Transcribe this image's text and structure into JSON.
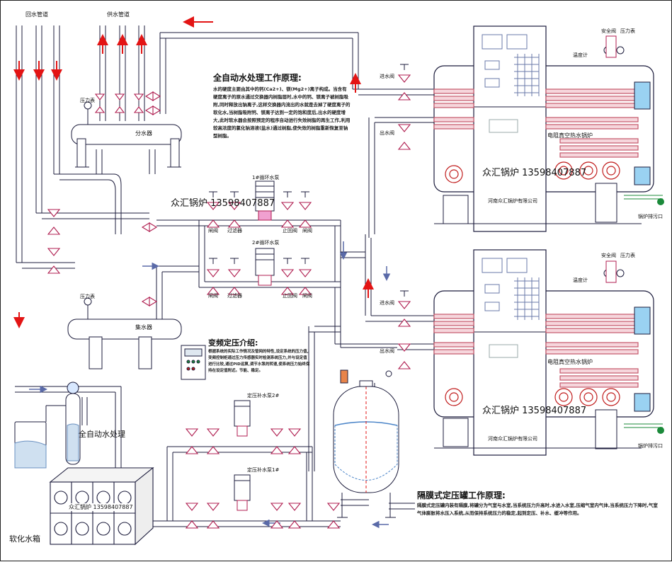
{
  "labels": {
    "return_pipe": "回水管道",
    "supply_pipe": "供水管道",
    "gauge": "压力表",
    "water_collector": "分水器",
    "water_distributor": "集水器",
    "boiler_brand_phone_1": "众汇锅炉 13598407887",
    "pump_1_title": "1#循环水泵",
    "pump_2_title": "2#循环水泵",
    "gate_valve": "闸阀",
    "filter": "过滤器",
    "check_valve": "止回阀",
    "expansion_title": "变频定压介绍:",
    "auto_treatment": "全自动水处理",
    "soft_tank": "软化水箱",
    "make_up_pump_2": "定压补水泵2#",
    "make_up_pump_1": "定压补水泵1#",
    "boiler_phone_2": "众汇锅炉 13598407887",
    "boiler_phone_3": "众汇锅炉 13598407887",
    "boiler_name": "电阻真空热水锅炉",
    "company": "河南众汇锅炉有限公司",
    "water_inlet": "进水阀",
    "water_outlet": "出水阀",
    "discharge": "锅炉排污口",
    "pressure_tank_title": "隔膜式定压罐工作原理:",
    "relief_valve": "安全阀",
    "temp_gauge": "温度计",
    "tank_phone": "众汇锅炉 13598407887"
  },
  "water_treatment": {
    "title": "全自动水处理工作原理:",
    "text": "水的硬度主要由其中的钙(Ca2+)、镁(Mg2+)离子构成。当含有硬度离子的原水通过交换器内树脂层时,水中的钙、镁离子被树脂吸附,同时释放出钠离子,这样交换器内流出的水就是去掉了硬度离子的软化水,当树脂吸附钙、镁离子达到一定的饱和度后,出水的硬度增大,此时软水器会按照预定的程序自动进行失效树脂的再生工作,利用较高浓度的氯化钠溶液(盐水)通过树脂,使失效的树脂重新恢复至钠型树脂。"
  },
  "expansion": {
    "text": "根据系统的实际工作情况及管网的特性,设定系统的压力值,变频控制柜通过压力传感器实时检测系统压力,并与设定值进行比较,通过PID运算,调节水泵的转速,使系统压力始终保持在设定值附近。节能、稳定。"
  },
  "pressure_tank": {
    "text": "隔膜式定压罐内装有隔膜,将罐分为气室与水室,当系统压力升高时,水进入水室,压缩气室内气体,当系统压力下降时,气室气体膨胀将水压入系统,从而保持系统压力的稳定,起到定压、补水、缓冲等作用。"
  },
  "colors": {
    "pipe": "#1c1c3c",
    "flow": "#e31414",
    "valve": "#b01e50",
    "heater": "#c4586a",
    "blue": "#4a84c8",
    "grid": "#666688"
  }
}
